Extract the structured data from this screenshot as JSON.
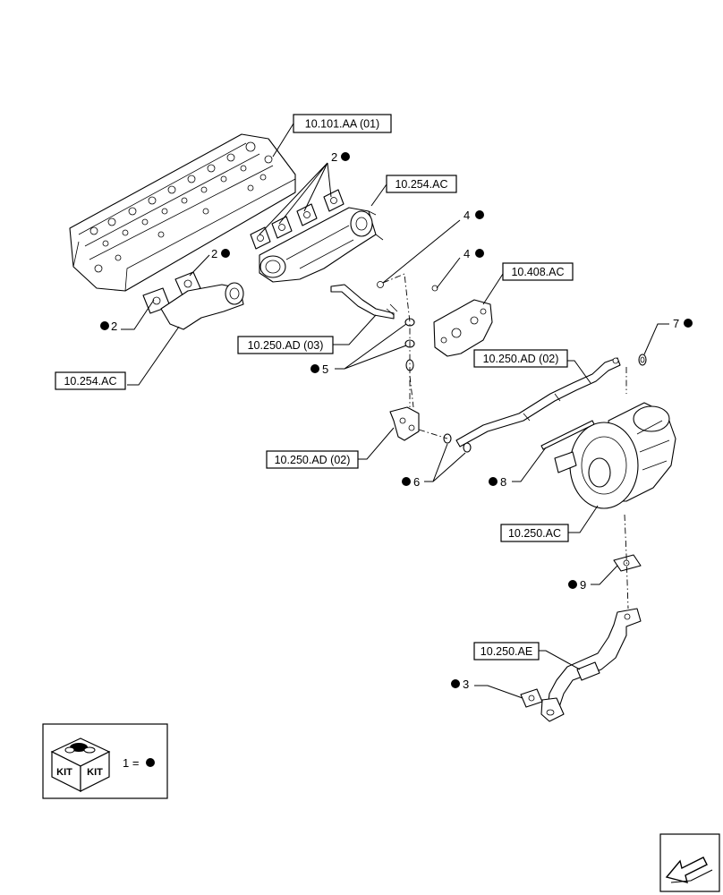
{
  "references": [
    {
      "id": "ref-cylinder-head",
      "label": "10.101.AA (01)"
    },
    {
      "id": "ref-exhaust-manifold",
      "label": "10.254.AC"
    },
    {
      "id": "ref-intake-elbow",
      "label": "10.254.AC"
    },
    {
      "id": "ref-egr-module",
      "label": "10.408.AC"
    },
    {
      "id": "ref-oil-feed-pipe-03",
      "label": "10.250.AD (03)"
    },
    {
      "id": "ref-oil-return-pipe-02",
      "label": "10.250.AD (02)"
    },
    {
      "id": "ref-bracket-02",
      "label": "10.250.AD (02)"
    },
    {
      "id": "ref-turbocharger",
      "label": "10.250.AC"
    },
    {
      "id": "ref-drain-pipe",
      "label": "10.250.AE"
    }
  ],
  "callouts": [
    {
      "id": "callout-2-top",
      "number": "2"
    },
    {
      "id": "callout-2-mid",
      "number": "2"
    },
    {
      "id": "callout-2-left",
      "number": "2"
    },
    {
      "id": "callout-4-top",
      "number": "4"
    },
    {
      "id": "callout-4-mid",
      "number": "4"
    },
    {
      "id": "callout-5",
      "number": "5"
    },
    {
      "id": "callout-6",
      "number": "6"
    },
    {
      "id": "callout-7",
      "number": "7"
    },
    {
      "id": "callout-8",
      "number": "8"
    },
    {
      "id": "callout-9",
      "number": "9"
    },
    {
      "id": "callout-3",
      "number": "3"
    }
  ],
  "kit_legend": {
    "box_word_left": "KIT",
    "box_word_right": "KIT",
    "equation": "1 ="
  },
  "icons": {
    "kit": "kit-box-icon",
    "nav": "next-page-arrow-icon",
    "marker": "filled-circle-marker"
  }
}
